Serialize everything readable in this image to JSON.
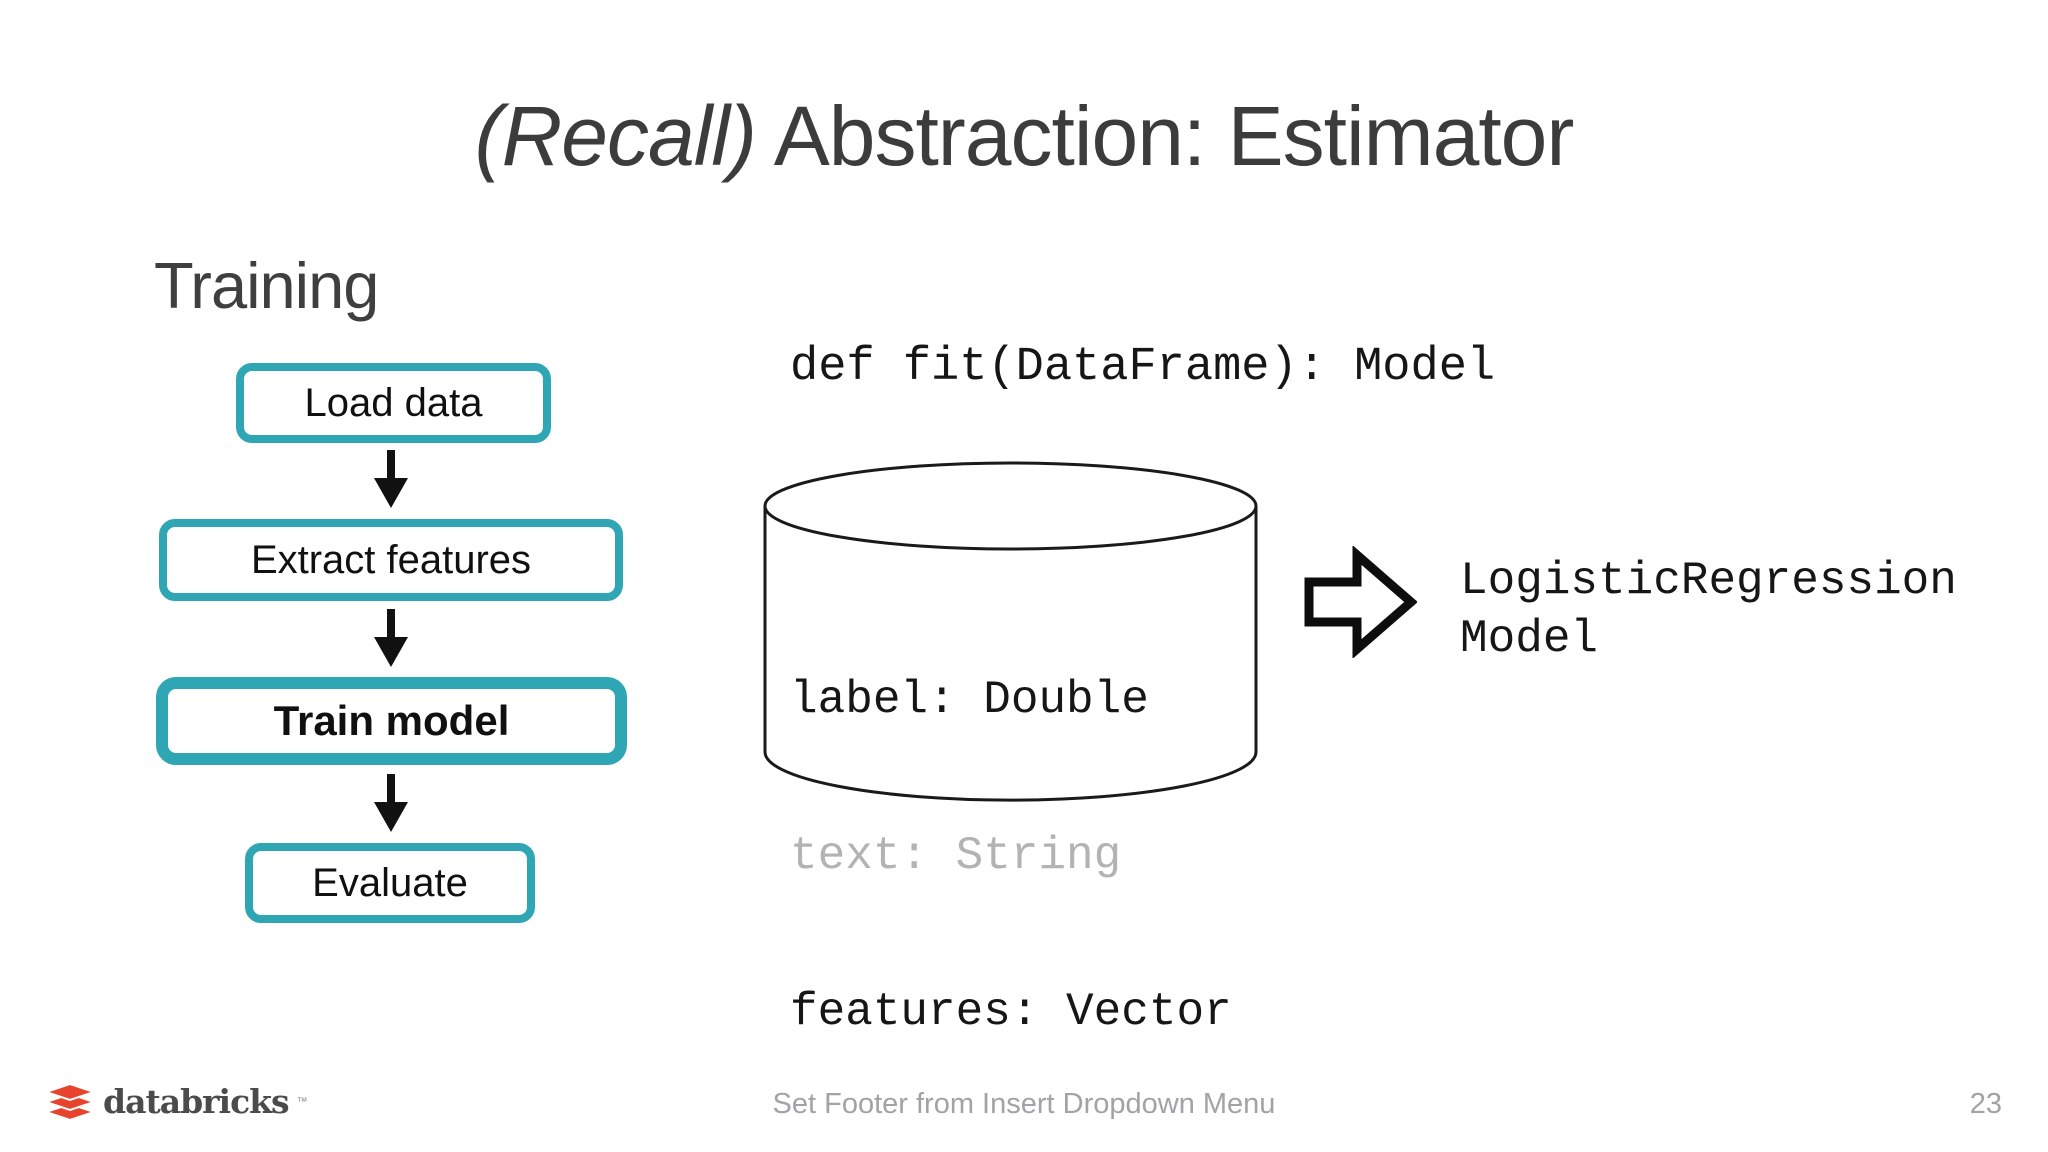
{
  "slide": {
    "title": {
      "italic": "(Recall)",
      "rest": " Abstraction: Estimator"
    },
    "section_heading": "Training",
    "flowchart": {
      "steps": [
        {
          "label": "Load data",
          "emphasized": false
        },
        {
          "label": "Extract features",
          "emphasized": false
        },
        {
          "label": "Train model",
          "emphasized": true
        },
        {
          "label": "Evaluate",
          "emphasized": false
        }
      ]
    },
    "code_signature": "def fit(DataFrame): Model",
    "dataframe_cylinder": {
      "fields": [
        {
          "text": "label: Double",
          "muted": false
        },
        {
          "text": "text: String",
          "muted": true
        },
        {
          "text": "features: Vector",
          "muted": false
        }
      ]
    },
    "result": {
      "line1": "LogisticRegression",
      "line2": "Model"
    },
    "footer": {
      "brand": "databricks",
      "trademark": "™",
      "center_text": "Set Footer from Insert Dropdown Menu",
      "page_number": "23"
    },
    "colors": {
      "accent_teal": "#2fa6b4",
      "muted_field_text": "#b3b3b3",
      "heading_gray": "#3c3c3c",
      "footer_gray": "#a2a2a7",
      "brand_red": "#e8432c"
    }
  }
}
